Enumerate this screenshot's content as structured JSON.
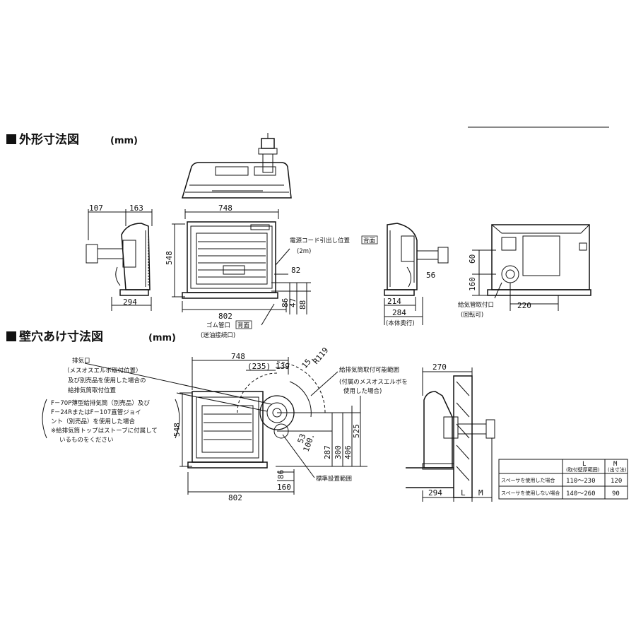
{
  "colors": {
    "ink": "#111111",
    "bg": "#ffffff"
  },
  "sections": {
    "outline": {
      "title": "外形寸法図",
      "unit": "(mm)"
    },
    "wall": {
      "title": "壁穴あけ寸法図",
      "unit": "(mm)"
    }
  },
  "outline_dims": {
    "side_107": "107",
    "side_163": "163",
    "side_294": "294",
    "front_748": "748",
    "front_548": "548",
    "front_802": "802",
    "d_82": "82",
    "d_86": "86",
    "d_47": "47",
    "d_88": "88",
    "r_56": "56",
    "r_214": "214",
    "r_284": "284",
    "b_60": "60",
    "b_160": "160",
    "b_220": "220"
  },
  "outline_labels": {
    "power_cord": "電源コード引出し位置",
    "power_cord_tag": "背面",
    "power_cord_len": "(2m)",
    "rubber_pipe": "ゴム管口",
    "rubber_pipe_tag": "背面",
    "rubber_pipe_sub": "(送油接続口)",
    "depth_note": "(本体奥行)",
    "intake": "給気管取付口",
    "intake_sub": "(回転可)"
  },
  "wall_dims": {
    "w_748": "748",
    "w_235": "(235)",
    "w_139": "139",
    "w_R": "R119",
    "w_15": "15.",
    "w_548": "548",
    "w_53": "53",
    "w_100": "100.",
    "w_287": "287",
    "w_300": "300",
    "w_406": "406",
    "w_525": "525",
    "w_86": "86",
    "w_160": "160",
    "w_802": "802",
    "s_270": "270",
    "s_294": "294",
    "s_L": "L",
    "s_M": "M"
  },
  "wall_labels": {
    "exhaust": "排気口",
    "l2": "（メスオスエルボ取付位置）",
    "l3": "及び別売品を使用した場合の",
    "l4": "給排気筒取付位置",
    "n1": "F－70P薄型給排気筒（別売品）及び",
    "n2": "F－24RまたはF－107直管ジョイ",
    "n3": "ント（別売品）を使用した場合",
    "n4": "※給排気筒トップはストーブに付属して",
    "n5": "いるものをください",
    "range1": "給排気筒取付可能範囲",
    "range2": "(付属のメスオスエルボを",
    "range3": "使用した場合)",
    "std_range": "標準設置範囲"
  },
  "table": {
    "headers": [
      "L",
      "(取付壁厚範囲)",
      "M",
      "(出寸法)"
    ],
    "rows": [
      {
        "label": "スペーサを使用した場合",
        "L": "110～230",
        "M": "120"
      },
      {
        "label": "スペーサを使用しない場合",
        "L": "140～260",
        "M": "90"
      }
    ]
  }
}
